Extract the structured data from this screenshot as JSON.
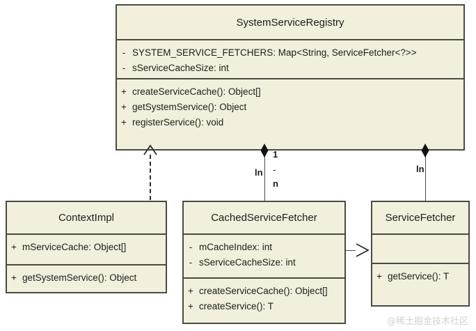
{
  "diagram": {
    "type": "uml-class-diagram",
    "background": "#ffffff",
    "class_fill": "#f2f0dc",
    "class_border": "#4a4a43",
    "watermark": "@稀土掘金技术社区"
  },
  "classes": {
    "system_service_registry": {
      "name": "SystemServiceRegistry",
      "attributes": [
        {
          "visibility": "-",
          "text": "SYSTEM_SERVICE_FETCHERS: Map<String, ServiceFetcher<?>>"
        },
        {
          "visibility": "-",
          "text": "sServiceCacheSize: int"
        }
      ],
      "methods": [
        {
          "visibility": "+",
          "text": "createServiceCache(): Object[]"
        },
        {
          "visibility": "+",
          "text": "getSystemService(): Object"
        },
        {
          "visibility": "+",
          "text": "registerService(): void"
        }
      ]
    },
    "context_impl": {
      "name": "ContextImpl",
      "attributes": [
        {
          "visibility": "+",
          "text": "mServiceCache: Object[]"
        }
      ],
      "methods": [
        {
          "visibility": "+",
          "text": "getSystemService(): Object"
        }
      ]
    },
    "cached_service_fetcher": {
      "name": "CachedServiceFetcher",
      "attributes": [
        {
          "visibility": "-",
          "text": "mCacheIndex: int"
        },
        {
          "visibility": "-",
          "text": "sServiceCacheSize: int"
        }
      ],
      "methods": [
        {
          "visibility": "+",
          "text": "createServiceCache(): Object[]"
        },
        {
          "visibility": "+",
          "text": "createService(): T"
        }
      ]
    },
    "service_fetcher": {
      "name": "ServiceFetcher",
      "attributes": [],
      "methods": [
        {
          "visibility": "+",
          "text": "getService(): T"
        }
      ]
    }
  },
  "connectors": {
    "registry_to_cached_fetcher": {
      "kind": "composition",
      "source_multiplicity": "1",
      "separator": "-",
      "target_multiplicity": "n",
      "role_label": "ln"
    },
    "registry_to_service_fetcher": {
      "kind": "composition",
      "role_label": "ln"
    },
    "context_impl_to_registry": {
      "kind": "dependency-realization"
    },
    "cached_fetcher_to_service_fetcher": {
      "kind": "realization"
    }
  }
}
